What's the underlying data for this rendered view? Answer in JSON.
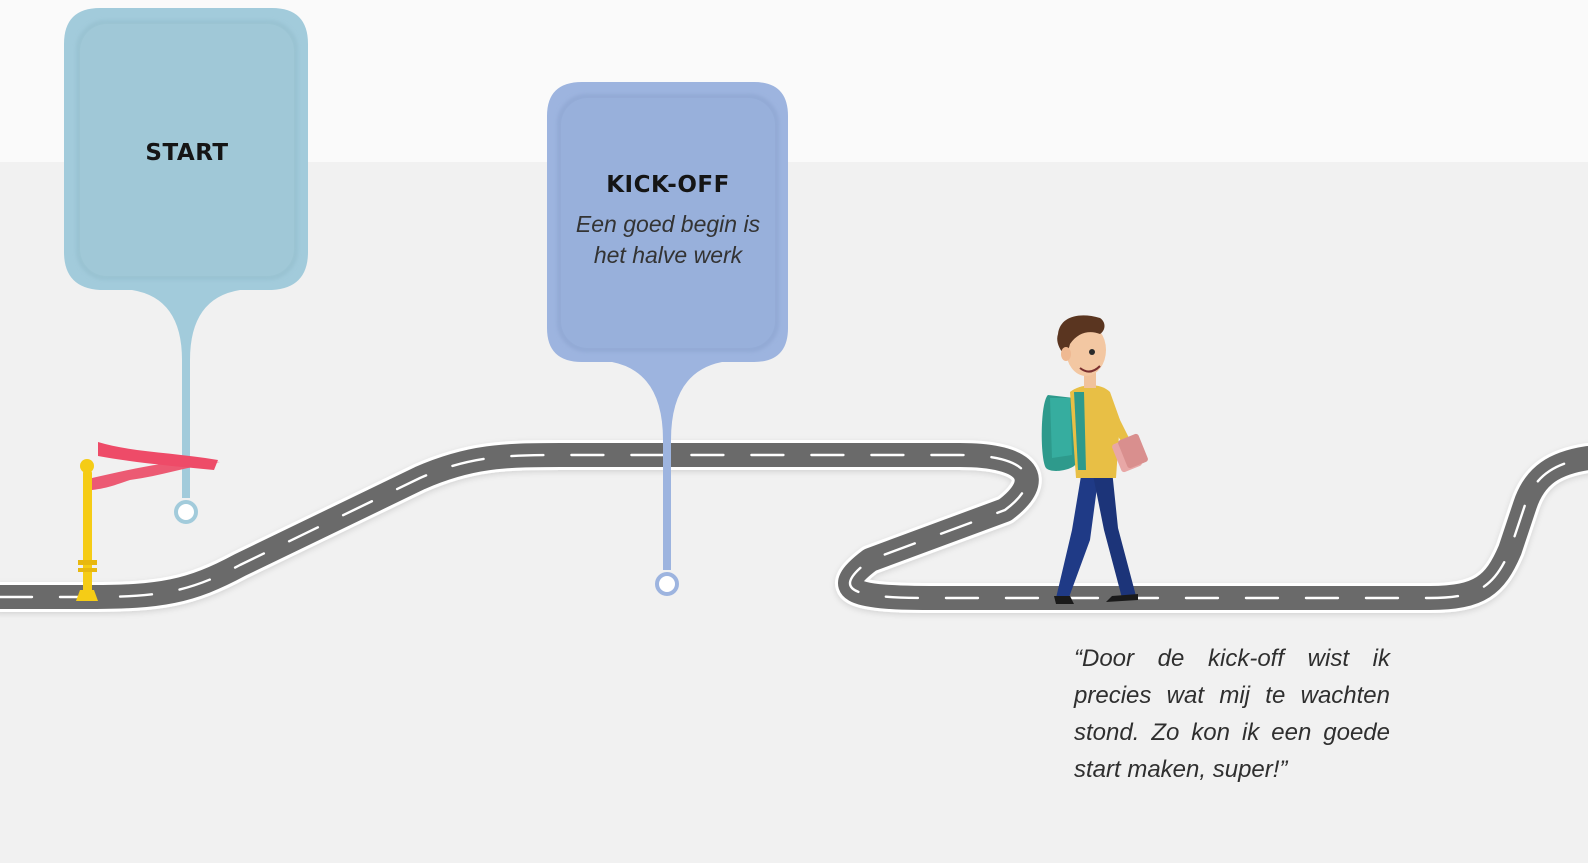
{
  "milestones": [
    {
      "title": "START",
      "subtitle": ""
    },
    {
      "title": "KICK-OFF",
      "subtitle_line1": "Een goed begin is",
      "subtitle_line2": "het halve werk"
    }
  ],
  "quote": "“Door de kick-off wist ik precies wat mij te wachten stond. Zo kon ik een goede start maken, super!”",
  "colors": {
    "page_top": "#fafafa",
    "page_band": "#f1f1f1",
    "road": "#6b6b6b",
    "road_edge": "#ffffff",
    "pin_start": "#a2cbdb",
    "pin_start_inner": "#9fc7d6",
    "pin_kickoff": "#9db4df",
    "pin_kickoff_inner": "#97afda",
    "flag": "#ef5b75",
    "pole": "#f5cc16",
    "shirt": "#e8bf45",
    "pants": "#1f3a86",
    "backpack": "#2e9a8c"
  },
  "icons": [
    "start-flag-icon",
    "walking-student-icon",
    "road-icon",
    "map-pin-icon"
  ]
}
